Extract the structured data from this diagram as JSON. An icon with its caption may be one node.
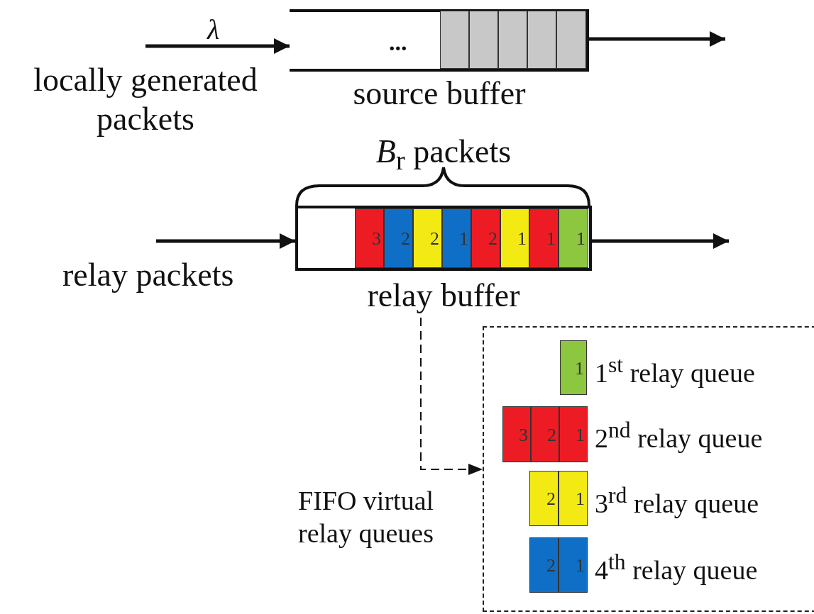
{
  "diagram": {
    "nodes": [
      {
        "text": [
          "source buffer"
        ]
      },
      {
        "text": [],
        "shape": "box",
        "in": 0
      },
      {
        "text": [],
        "shape": "box",
        "in": 0
      },
      {
        "text": [],
        "shape": "box",
        "in": 0
      },
      {
        "text": [],
        "shape": "box",
        "in": 0
      },
      {
        "text": [],
        "shape": "box",
        "in": 0
      },
      {
        "text": [
          "relay buffer"
        ]
      },
      {
        "text": [
          "3"
        ],
        "in": 6
      },
      {
        "text": [
          "2"
        ],
        "in": 6
      },
      {
        "text": [
          "2"
        ],
        "in": 6
      },
      {
        "text": [
          "1"
        ],
        "in": 6
      },
      {
        "text": [
          "2"
        ],
        "in": 6
      },
      {
        "text": [
          "1"
        ],
        "in": 6
      },
      {
        "text": [
          "1"
        ],
        "in": 6
      },
      {
        "text": [
          "1"
        ],
        "in": 6
      },
      {
        "text": [],
        "shape": "box"
      },
      {
        "text": [
          "1"
        ],
        "in": 15
      },
      {
        "text": [
          "3"
        ],
        "in": 15
      },
      {
        "text": [
          "2"
        ],
        "in": 15
      },
      {
        "text": [
          "1"
        ],
        "in": 15
      },
      {
        "text": [
          "2"
        ],
        "in": 15
      },
      {
        "text": [
          "1"
        ],
        "in": 15
      },
      {
        "text": [
          "2"
        ],
        "in": 15
      },
      {
        "text": [
          "1"
        ],
        "in": 15
      }
    ],
    "edges": [
      {
        "from": null,
        "to": 0,
        "arrow": "to",
        "label": "λ"
      },
      {
        "from": 0,
        "to": null,
        "arrow": "to"
      },
      {
        "from": null,
        "to": 6,
        "arrow": "to"
      },
      {
        "from": 6,
        "to": null,
        "arrow": "to"
      },
      {
        "from": 6,
        "to": 15,
        "arrow": "to",
        "style": "dashed"
      }
    ],
    "labels": [
      "...",
      "locally generated packets",
      "*B*$_{r}$ packets",
      "relay packets",
      "1$^{st}$ relay queue",
      "2$^{nd}$ relay queue",
      "3$^{rd}$ relay queue",
      "FIFO virtual relay queues",
      "4$^{th}$ relay queue"
    ]
  }
}
